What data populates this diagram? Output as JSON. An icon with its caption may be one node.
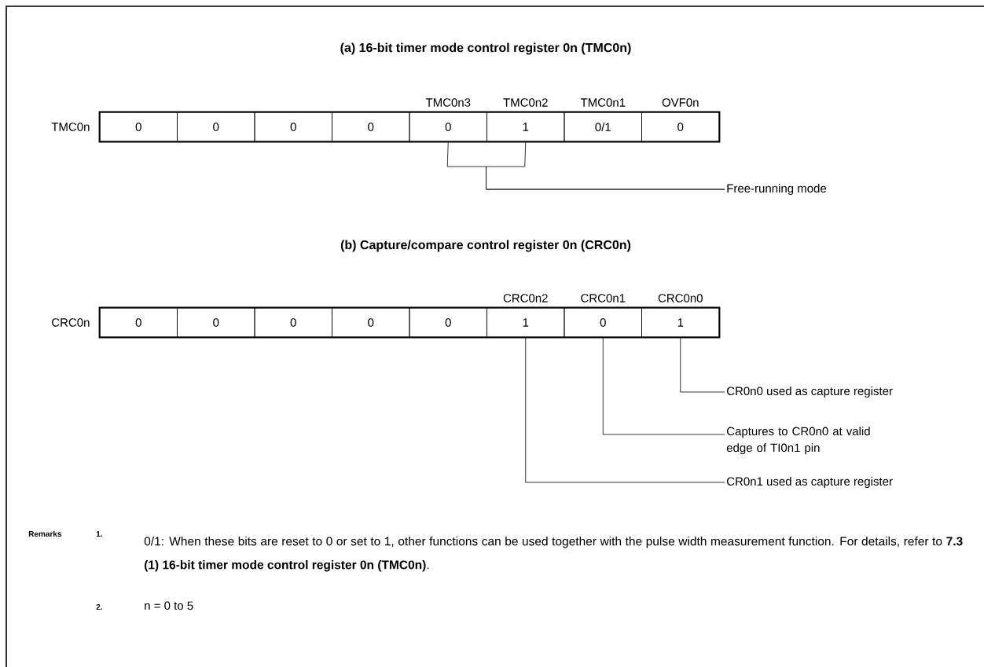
{
  "diagram": {
    "nodes": [
      {
        "text": [
          "0"
        ]
      },
      {
        "text": [
          "0"
        ]
      },
      {
        "text": [
          "0"
        ]
      },
      {
        "text": [
          "0"
        ]
      },
      {
        "text": [
          "0"
        ],
        "beside": [
          "TMC0n3"
        ]
      },
      {
        "text": [
          "1"
        ],
        "beside": [
          "TMC0n2"
        ]
      },
      {
        "text": [
          "0/1"
        ],
        "beside": [
          "TMC0n1"
        ]
      },
      {
        "text": [
          "0"
        ],
        "beside": [
          "OVF0n"
        ]
      },
      {
        "text": [
          "Free-running mode"
        ]
      },
      {
        "text": [
          "0"
        ]
      },
      {
        "text": [
          "0"
        ]
      },
      {
        "text": [
          "0"
        ]
      },
      {
        "text": [
          "0"
        ]
      },
      {
        "text": [
          "0"
        ]
      },
      {
        "text": [
          "1"
        ],
        "beside": [
          "CRC0n2"
        ]
      },
      {
        "text": [
          "0"
        ],
        "beside": [
          "CRC0n1"
        ]
      },
      {
        "text": [
          "1"
        ],
        "beside": [
          "CRC0n0"
        ]
      },
      {
        "text": [
          "CR0n0 used as capture register"
        ]
      },
      {
        "text": [
          "Captures to CR0n0 at valid edge of TI0n1 pin"
        ]
      },
      {
        "text": [
          "CR0n1 used as capture register"
        ]
      }
    ],
    "edges": [
      {
        "from": 4,
        "to": 8,
        "arrow": "none"
      },
      {
        "from": 5,
        "to": 8,
        "arrow": "none"
      },
      {
        "from": 16,
        "to": 17,
        "arrow": "none"
      },
      {
        "from": 15,
        "to": 18,
        "arrow": "none"
      },
      {
        "from": 14,
        "to": 19,
        "arrow": "none"
      }
    ],
    "labels": [
      "(a)  16-bit timer mode control register 0n (TMC0n)",
      "TMC0n",
      "(b)  Capture/compare control register 0n (CRC0n)",
      "CRC0n",
      "Remarks",
      "1.",
      "0/1: When these bits are reset to 0 or set to 1, other functions can be used together with the pulse width measurement function. For details, refer to **7.3 (1) 16-bit timer mode control register 0n (TMC0n)**.",
      "2.",
      "n = 0 to 5"
    ]
  }
}
